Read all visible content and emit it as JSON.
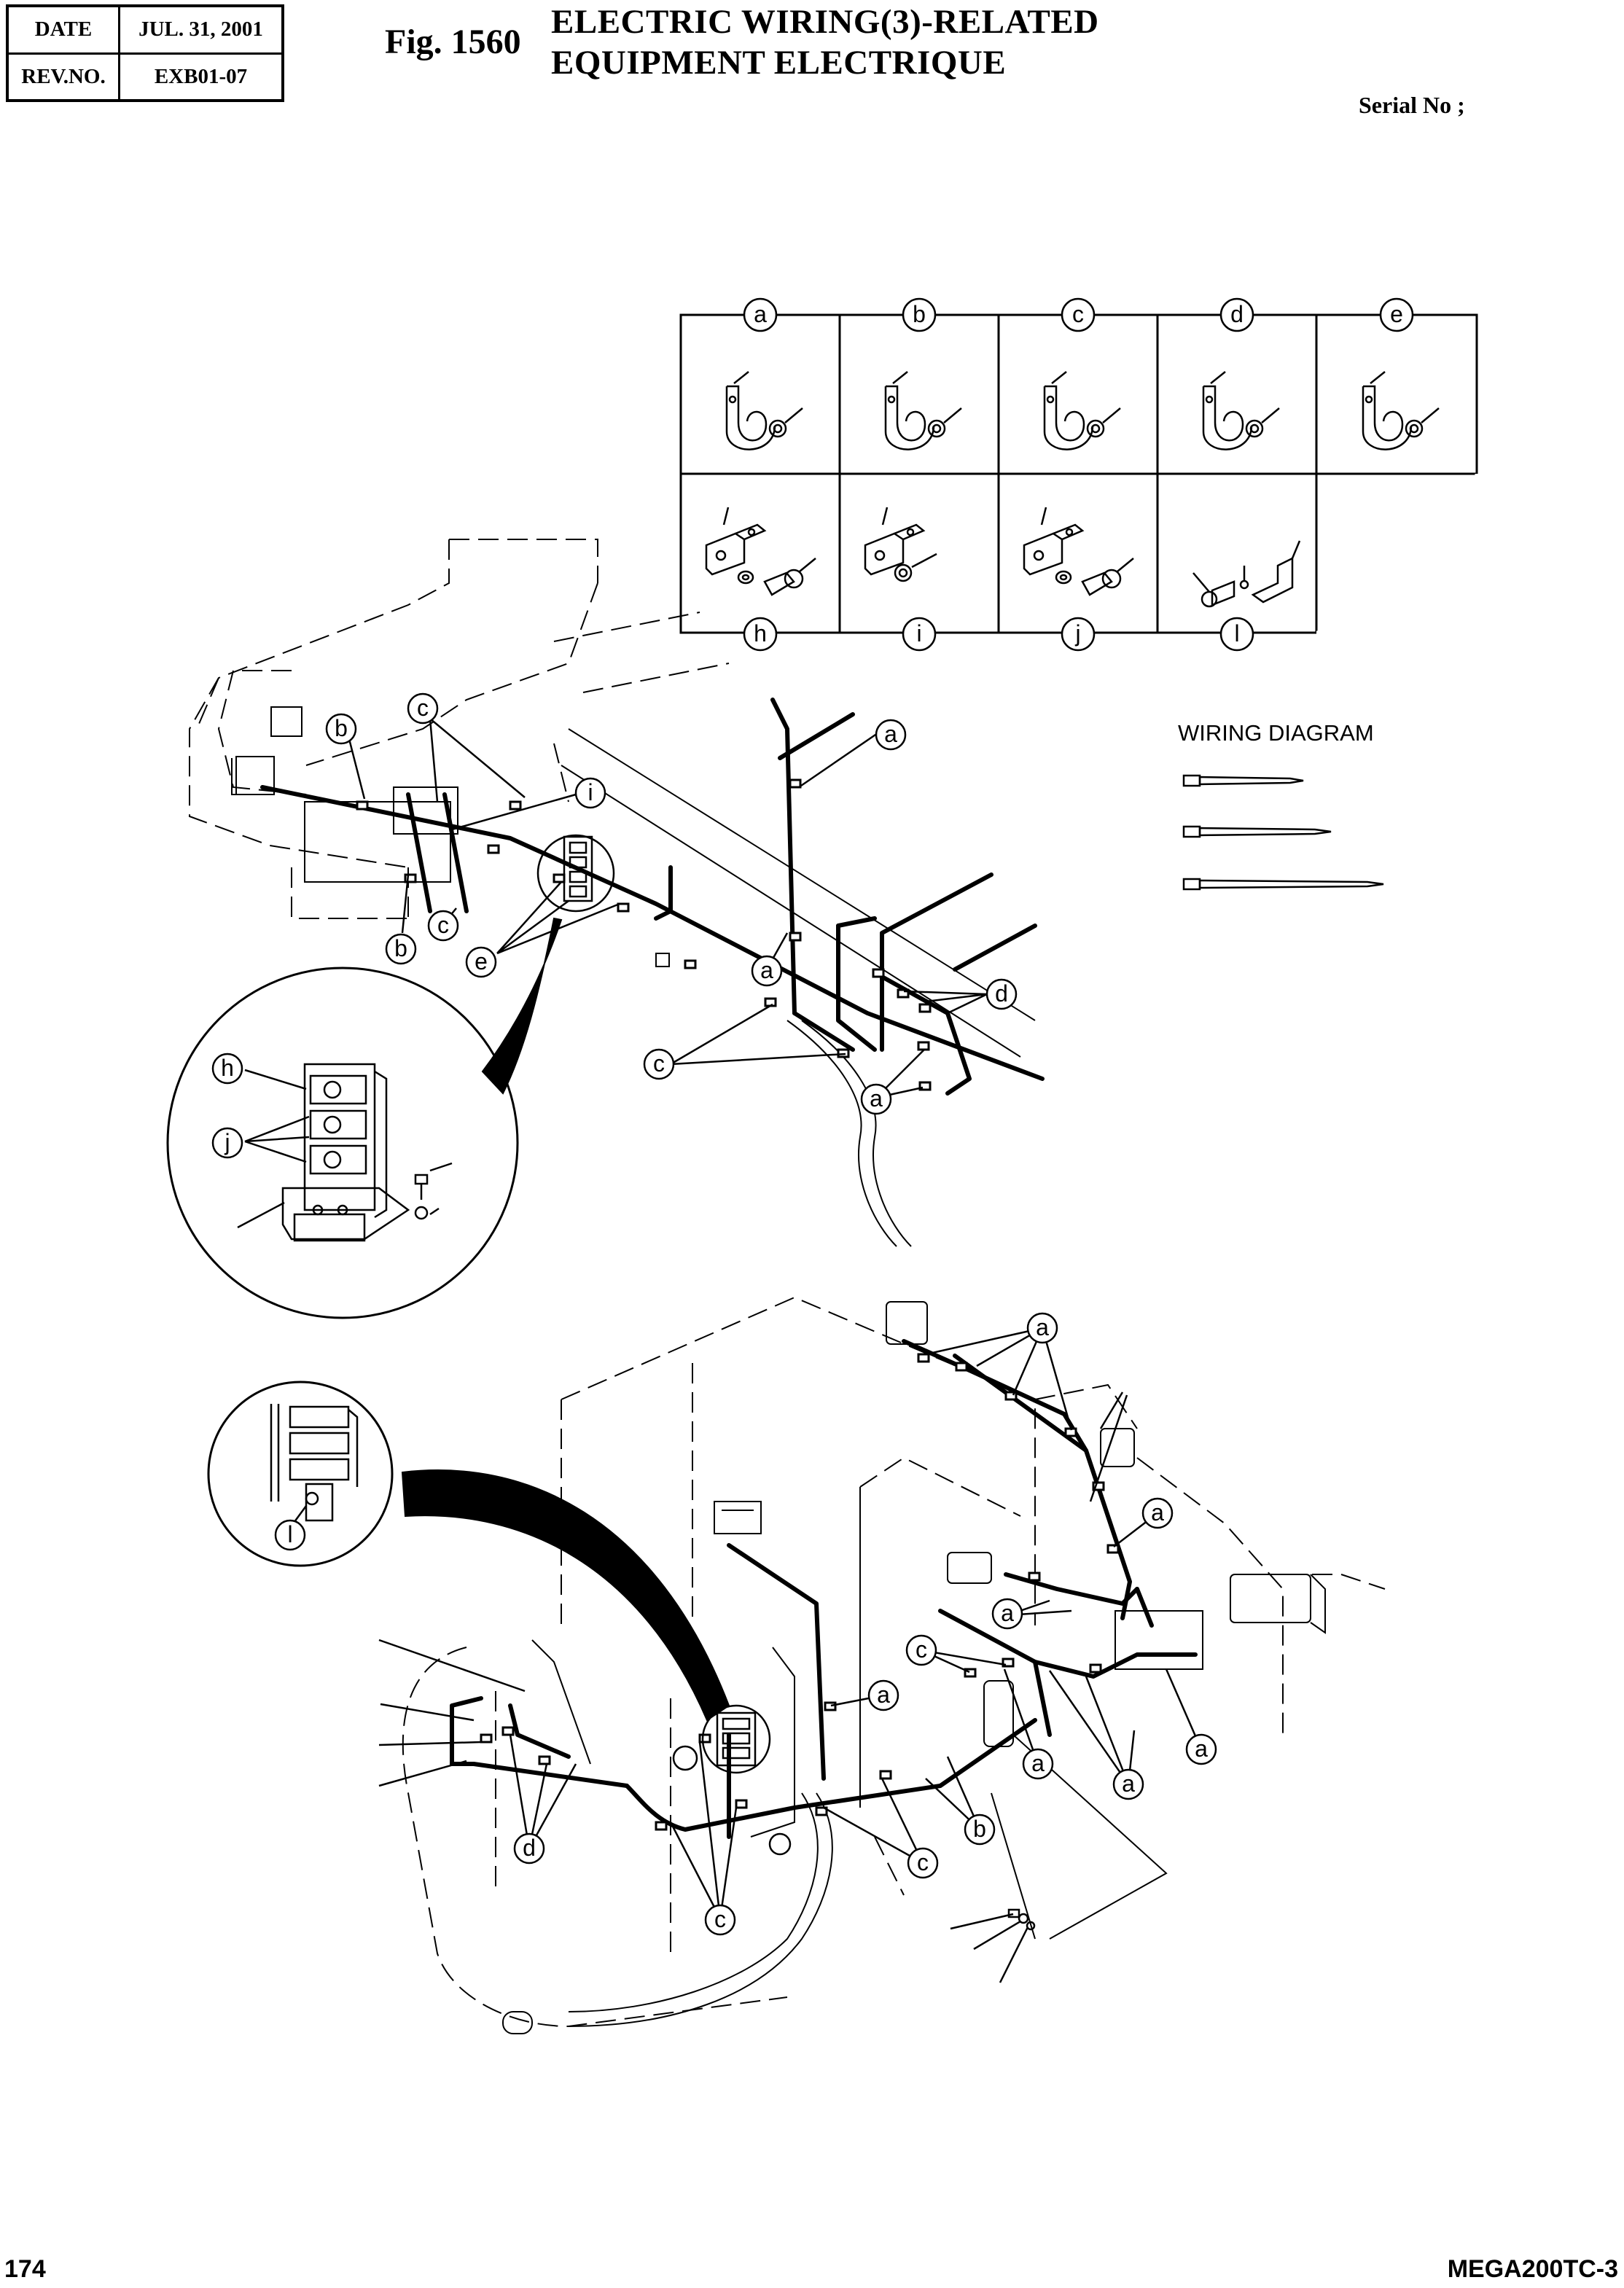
{
  "header": {
    "date_label": "DATE",
    "date_value": "JUL. 31, 2001",
    "rev_label": "REV.NO.",
    "rev_value": "EXB01-07",
    "fig_number": "Fig. 1560",
    "title_line1": "ELECTRIC WIRING(3)-RELATED",
    "title_line2": "EQUIPMENT ELECTRIQUE",
    "serial_label": "Serial No ;"
  },
  "footer": {
    "page_number": "174",
    "model": "MEGA200TC-3"
  },
  "legend": {
    "clamps_top": [
      "a",
      "b",
      "c",
      "d",
      "e"
    ],
    "tabs_bottom": [
      "h",
      "i",
      "j",
      "l"
    ]
  },
  "wiring_diagram": {
    "title": "WIRING DIAGRAM"
  },
  "callouts": {
    "upper": [
      "b",
      "c",
      "i",
      "b",
      "c",
      "e",
      "a",
      "a",
      "d",
      "c",
      "a"
    ],
    "detail_upper": [
      "h",
      "j"
    ],
    "detail_lower": [
      "l"
    ],
    "lower": [
      "a",
      "a",
      "a",
      "c",
      "a",
      "a",
      "a",
      "a",
      "b",
      "c",
      "c",
      "d"
    ]
  }
}
